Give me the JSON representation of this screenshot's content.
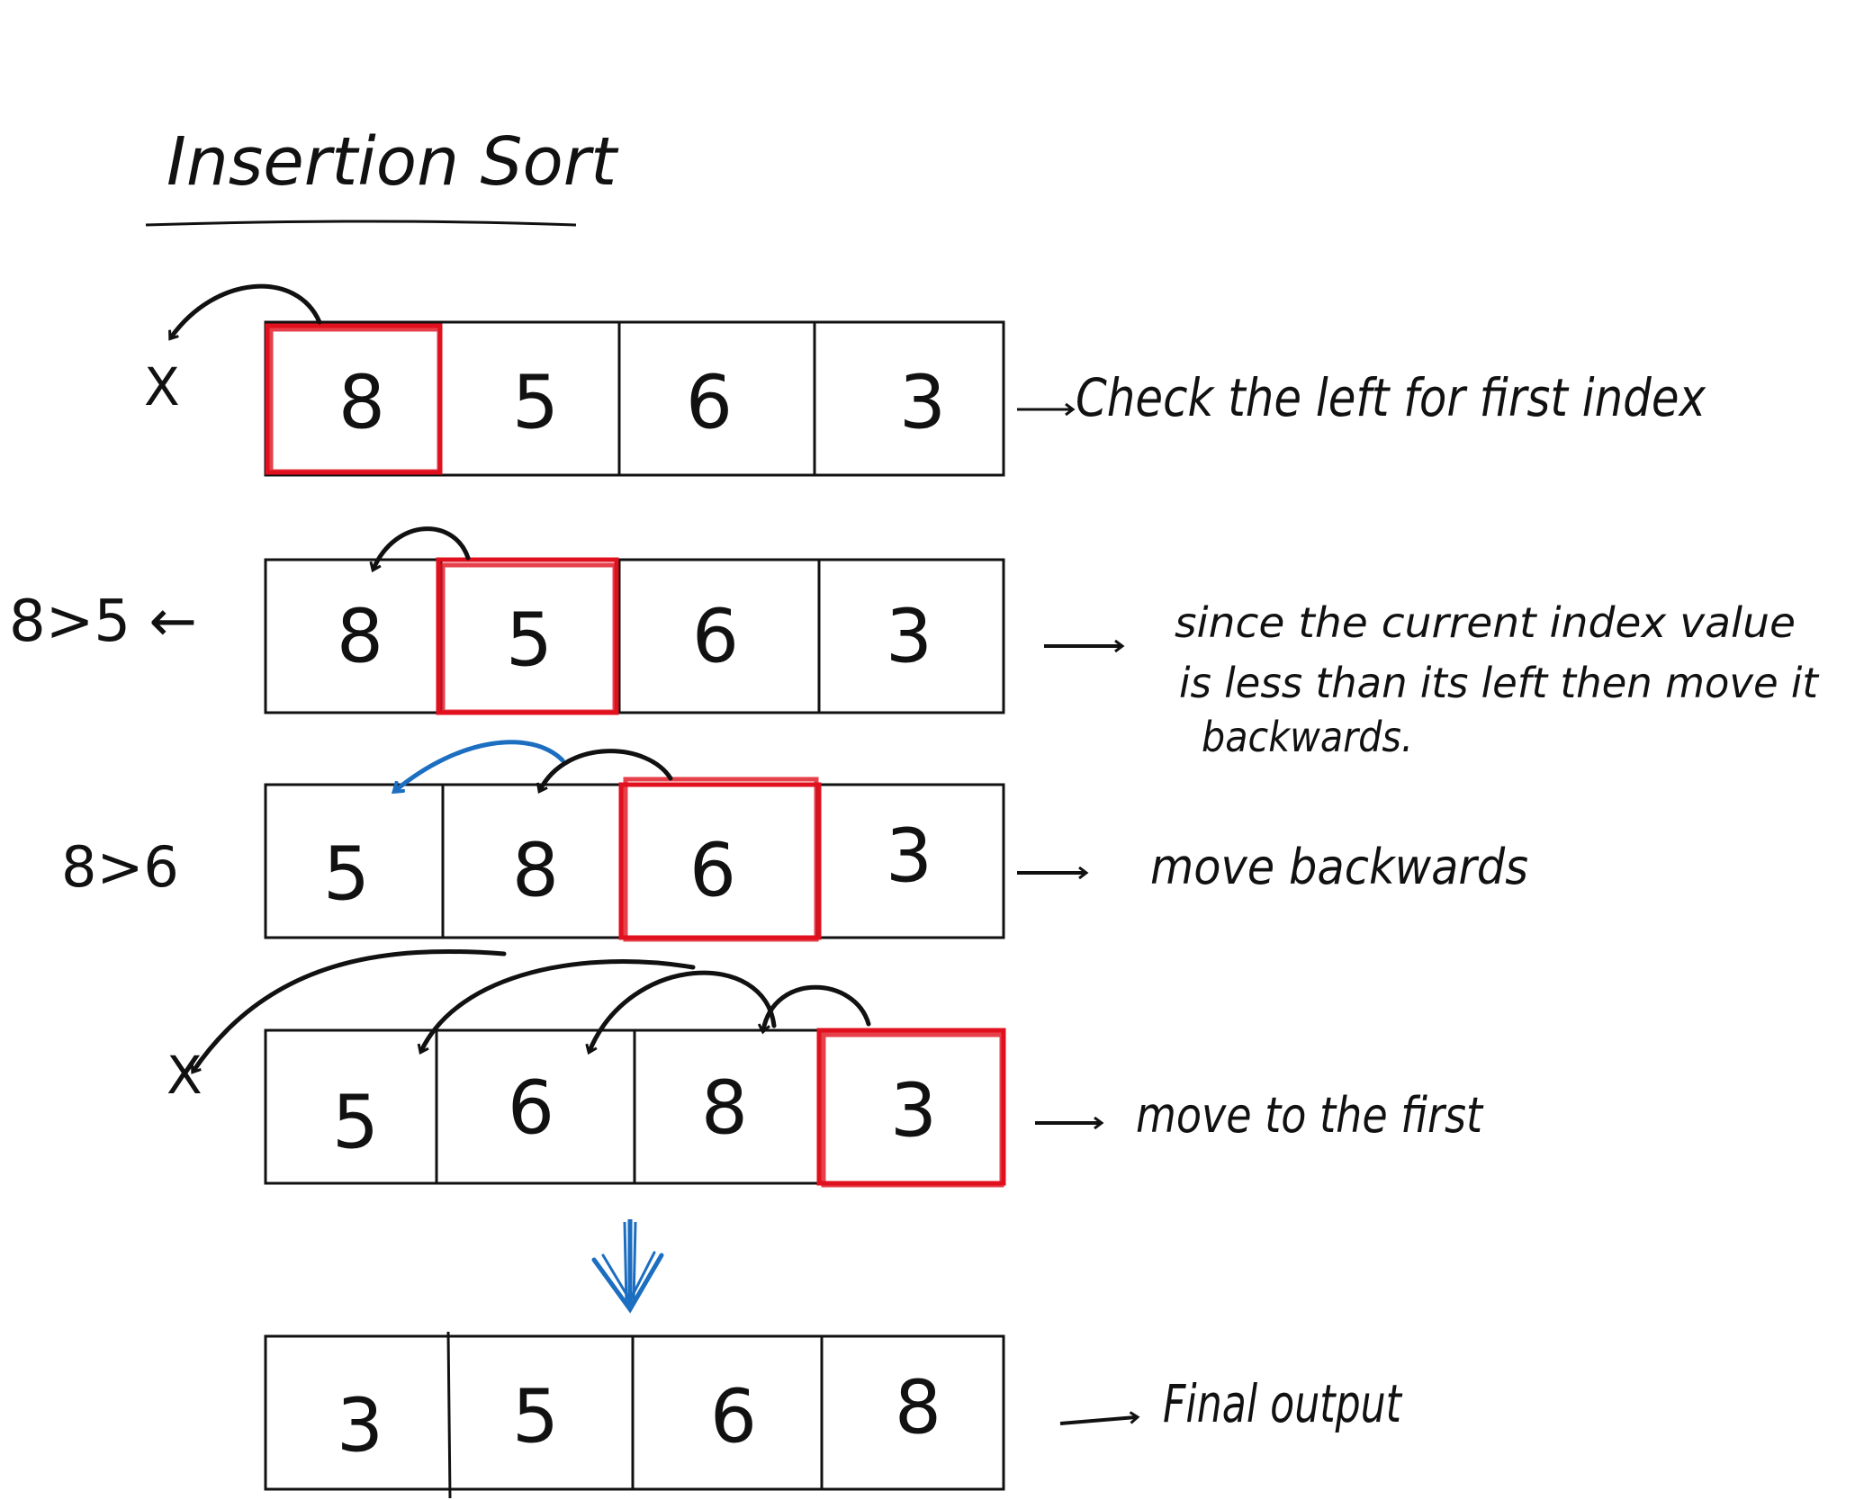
{
  "title": "Insertion Sort",
  "colors": {
    "ink": "#111111",
    "highlight": "#e0101e",
    "blue": "#1c6ec1"
  },
  "steps": [
    {
      "cells": [
        "8",
        "5",
        "6",
        "3"
      ],
      "highlight_index": 0,
      "left_note": "X",
      "note": "Check the left for first index"
    },
    {
      "cells": [
        "8",
        "5",
        "6",
        "3"
      ],
      "highlight_index": 1,
      "left_note": "8>5 ←",
      "note_lines": [
        "since the current index value",
        "is less than its left then move it",
        "backwards."
      ]
    },
    {
      "cells": [
        "5",
        "8",
        "6",
        "3"
      ],
      "highlight_index": 2,
      "left_note": "8>6",
      "note": "move backwards"
    },
    {
      "cells": [
        "5",
        "6",
        "8",
        "3"
      ],
      "highlight_index": 3,
      "left_note": "X",
      "note": "move to the first"
    },
    {
      "cells": [
        "3",
        "5",
        "6",
        "8"
      ],
      "highlight_index": null,
      "left_note": "",
      "note": "Final output"
    }
  ]
}
